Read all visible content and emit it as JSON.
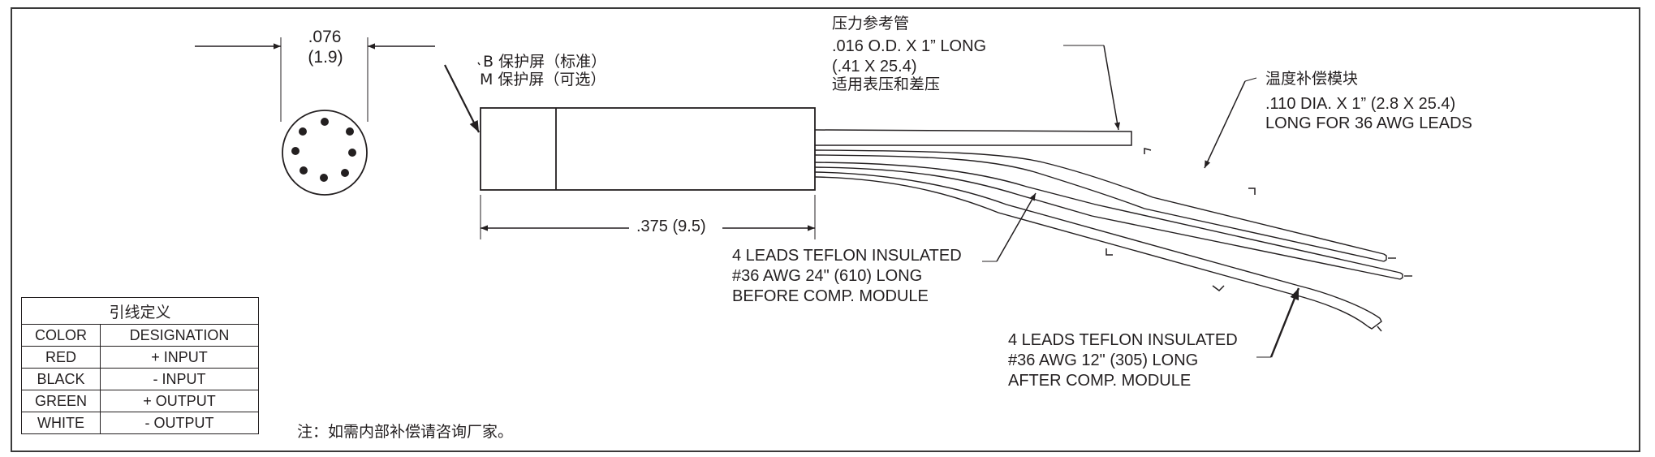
{
  "dimensions": {
    "diameter_in": ".076",
    "diameter_mm": "(1.9)",
    "length": ".375  (9.5)"
  },
  "labels": {
    "shield_b": "B 保护屏（标准）",
    "shield_m": "M 保护屏（可选）",
    "tube_cn": "压力参考管",
    "tube_spec1": ".016  O.D. X 1”  LONG",
    "tube_spec2": "(.41 X 25.4)",
    "tube_use": "适用表压和差压",
    "module_cn": "温度补偿模块",
    "module_spec1": ".110  DIA. X 1”  (2.8 X 25.4)",
    "module_spec2": "LONG  FOR 36  AWG  LEADS",
    "leads_before_1": "4 LEADS TEFLON INSULATED",
    "leads_before_2": "#36  AWG  24\"  (610)  LONG",
    "leads_before_3": "BEFORE COMP.  MODULE",
    "leads_after_1": "4 LEADS TEFLON INSULATED",
    "leads_after_2": "#36  AWG  12\"  (305)  LONG",
    "leads_after_3": "AFTER COMP.  MODULE",
    "note": "注：如需内部补偿请咨询厂家。"
  },
  "pin_table": {
    "title": "引线定义",
    "headers": [
      "COLOR",
      "DESIGNATION"
    ],
    "rows": [
      [
        "RED",
        "+ INPUT"
      ],
      [
        "BLACK",
        "- INPUT"
      ],
      [
        "GREEN",
        "+ OUTPUT"
      ],
      [
        "WHITE",
        "- OUTPUT"
      ]
    ]
  }
}
